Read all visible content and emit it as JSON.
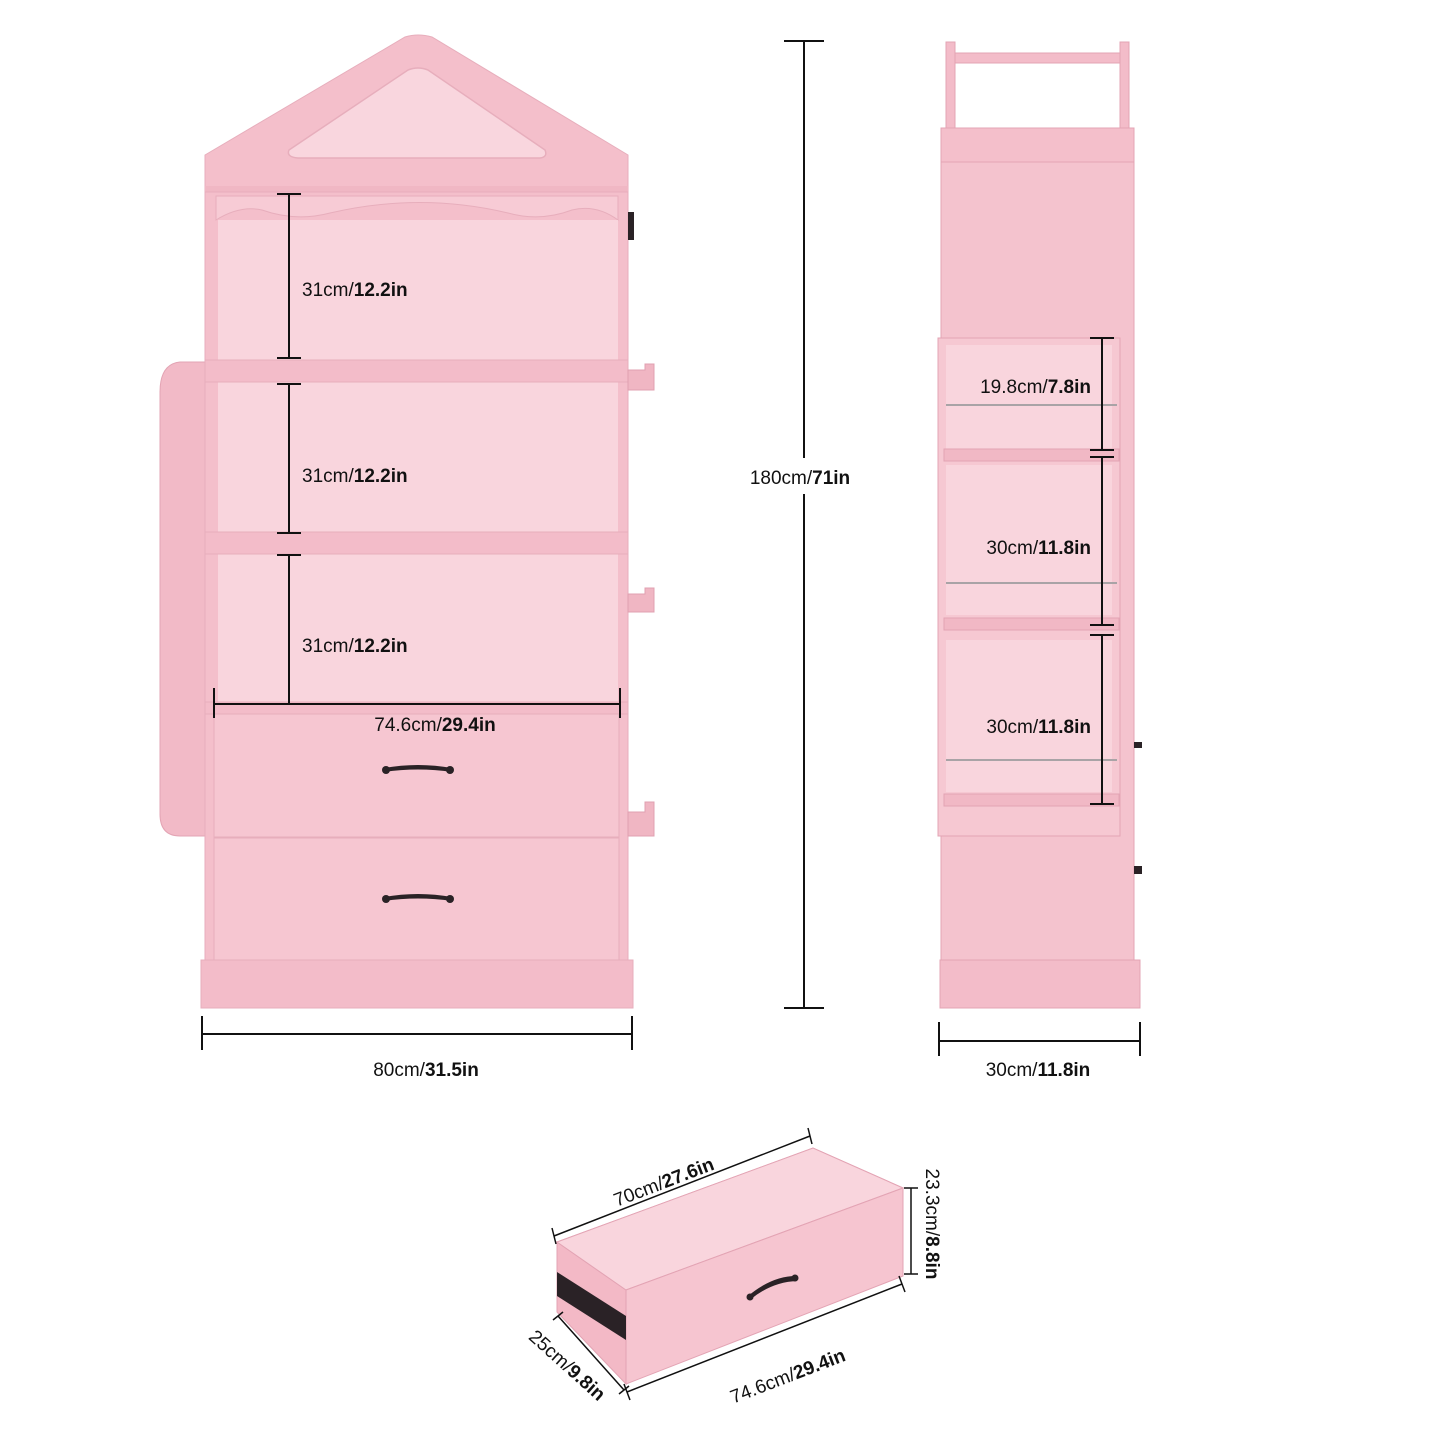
{
  "colors": {
    "pink_main": "#f4bfcb",
    "pink_light": "#f7ccd6",
    "pink_back": "#f9d6de",
    "pink_dark": "#e9a9b8",
    "handle": "#2a2226",
    "line": "#111111"
  },
  "front_view": {
    "shelf1": {
      "cm": "31cm/",
      "in": "12.2in"
    },
    "shelf2": {
      "cm": "31cm/",
      "in": "12.2in"
    },
    "shelf3": {
      "cm": "31cm/",
      "in": "12.2in"
    },
    "inner_width": {
      "cm": "74.6cm/",
      "in": "29.4in"
    },
    "total_width": {
      "cm": "80cm/",
      "in": "31.5in"
    }
  },
  "height": {
    "cm": "180cm/",
    "in": "71in"
  },
  "side_view": {
    "shelf1": {
      "cm": "19.8cm/",
      "in": "7.8in"
    },
    "shelf2": {
      "cm": "30cm/",
      "in": "11.8in"
    },
    "shelf3": {
      "cm": "30cm/",
      "in": "11.8in"
    },
    "depth": {
      "cm": "30cm/",
      "in": "11.8in"
    }
  },
  "drawer": {
    "back_length": {
      "cm": "70cm/",
      "in": "27.6in"
    },
    "front_length": {
      "cm": "74.6cm/",
      "in": "29.4in"
    },
    "depth": {
      "cm": "25cm/",
      "in": "9.8in"
    },
    "height": {
      "cm": "23.3cm/",
      "in": "8.8in"
    }
  },
  "icons": [
    "drawer-handle-icon",
    "hook-icon"
  ]
}
